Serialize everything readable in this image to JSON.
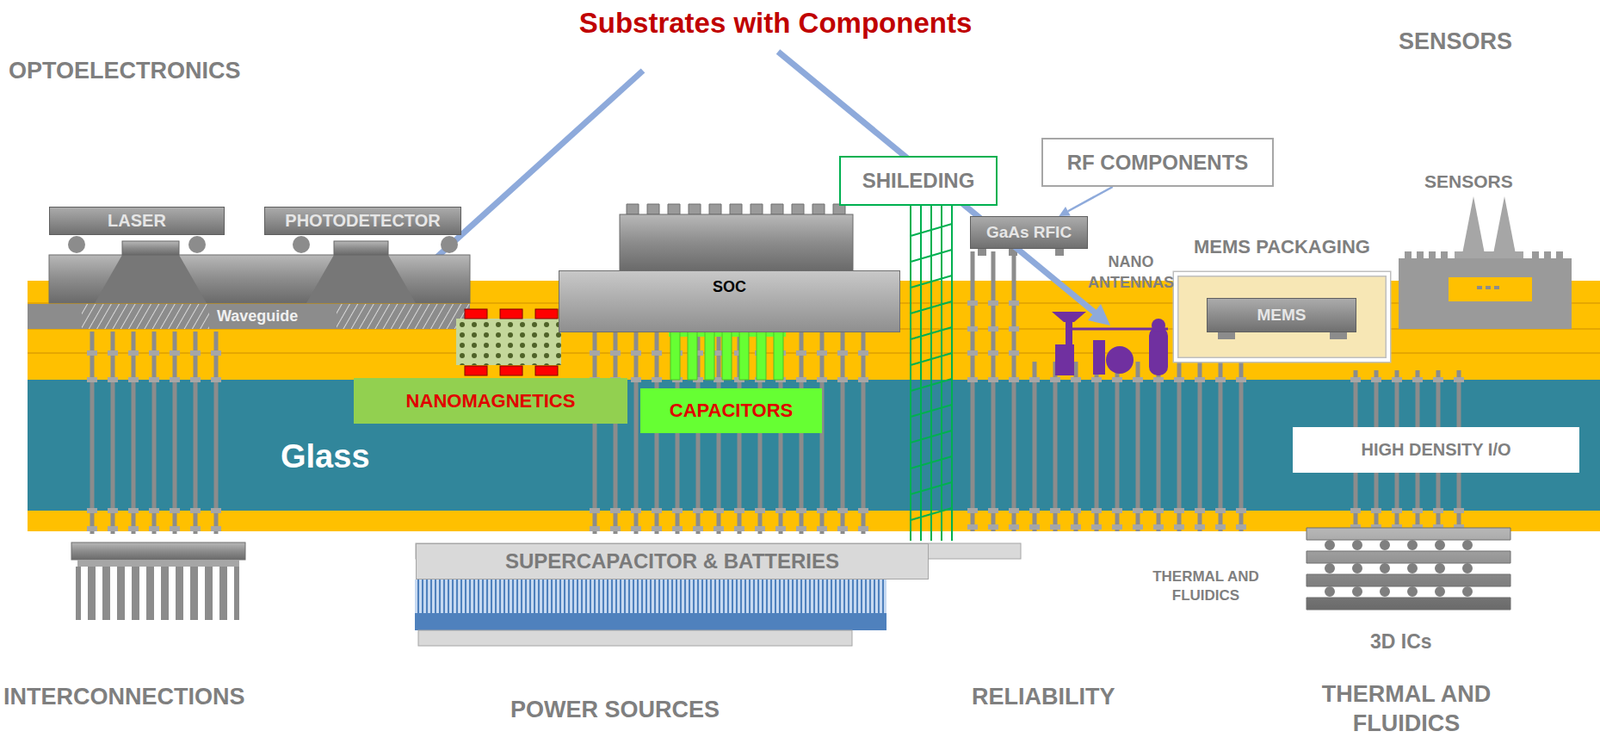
{
  "diagram": {
    "title": "Substrates with Components",
    "nodes": [
      {
        "text": [
          "LASER"
        ]
      },
      {
        "text": [
          "PHOTODETECTOR"
        ]
      },
      {
        "text": [
          "Waveguide"
        ]
      },
      {
        "text": [
          "SOC"
        ]
      },
      {
        "text": [
          "Glass"
        ]
      },
      {
        "text": [
          "NANOMAGNETICS"
        ],
        "in": 4
      },
      {
        "text": [
          "CAPACITORS"
        ],
        "in": 4
      },
      {
        "text": [
          "SHILEDING"
        ]
      },
      {
        "text": [
          "RF COMPONENTS"
        ]
      },
      {
        "text": [
          "GaAs RFIC"
        ]
      },
      {
        "text": [
          "MEMS PACKAGING"
        ]
      },
      {
        "text": [
          "MEMS"
        ],
        "in": 10
      },
      {
        "text": [
          "HIGH DENSITY I/O"
        ],
        "in": 4
      },
      {
        "text": [
          "SUPERCAPACITOR & BATTERIES"
        ]
      }
    ],
    "edges": [
      {
        "from": 8,
        "to": 9,
        "arrow": "to"
      }
    ],
    "labels": [
      "OPTOELECTRONICS",
      "SENSORS",
      "NANO ANTENNAS",
      "SENSORS",
      "THERMAL AND FLUIDICS",
      "3D ICs",
      "INTERCONNECTIONS",
      "POWER SOURCES",
      "RELIABILITY",
      "THERMAL AND FLUIDICS"
    ]
  }
}
